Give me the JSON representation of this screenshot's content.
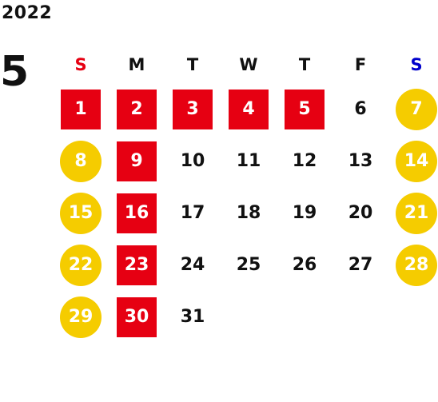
{
  "calendar": {
    "year": "2022",
    "month": "5",
    "weekdays": [
      {
        "label": "S",
        "color": "#e60012"
      },
      {
        "label": "M",
        "color": "#111111"
      },
      {
        "label": "T",
        "color": "#111111"
      },
      {
        "label": "W",
        "color": "#111111"
      },
      {
        "label": "T",
        "color": "#111111"
      },
      {
        "label": "F",
        "color": "#111111"
      },
      {
        "label": "S",
        "color": "#0000cc"
      }
    ],
    "colors": {
      "holiday_bg": "#e60012",
      "weekend_bg": "#f5cc00"
    },
    "first_weekday_index": 0,
    "days": [
      {
        "day": "1",
        "style": "holiday"
      },
      {
        "day": "2",
        "style": "holiday"
      },
      {
        "day": "3",
        "style": "holiday"
      },
      {
        "day": "4",
        "style": "holiday"
      },
      {
        "day": "5",
        "style": "holiday"
      },
      {
        "day": "6",
        "style": "normal"
      },
      {
        "day": "7",
        "style": "weekend"
      },
      {
        "day": "8",
        "style": "weekend"
      },
      {
        "day": "9",
        "style": "holiday"
      },
      {
        "day": "10",
        "style": "normal"
      },
      {
        "day": "11",
        "style": "normal"
      },
      {
        "day": "12",
        "style": "normal"
      },
      {
        "day": "13",
        "style": "normal"
      },
      {
        "day": "14",
        "style": "weekend"
      },
      {
        "day": "15",
        "style": "weekend"
      },
      {
        "day": "16",
        "style": "holiday"
      },
      {
        "day": "17",
        "style": "normal"
      },
      {
        "day": "18",
        "style": "normal"
      },
      {
        "day": "19",
        "style": "normal"
      },
      {
        "day": "20",
        "style": "normal"
      },
      {
        "day": "21",
        "style": "weekend"
      },
      {
        "day": "22",
        "style": "weekend"
      },
      {
        "day": "23",
        "style": "holiday"
      },
      {
        "day": "24",
        "style": "normal"
      },
      {
        "day": "25",
        "style": "normal"
      },
      {
        "day": "26",
        "style": "normal"
      },
      {
        "day": "27",
        "style": "normal"
      },
      {
        "day": "28",
        "style": "weekend"
      },
      {
        "day": "29",
        "style": "weekend"
      },
      {
        "day": "30",
        "style": "holiday"
      },
      {
        "day": "31",
        "style": "normal"
      }
    ]
  }
}
